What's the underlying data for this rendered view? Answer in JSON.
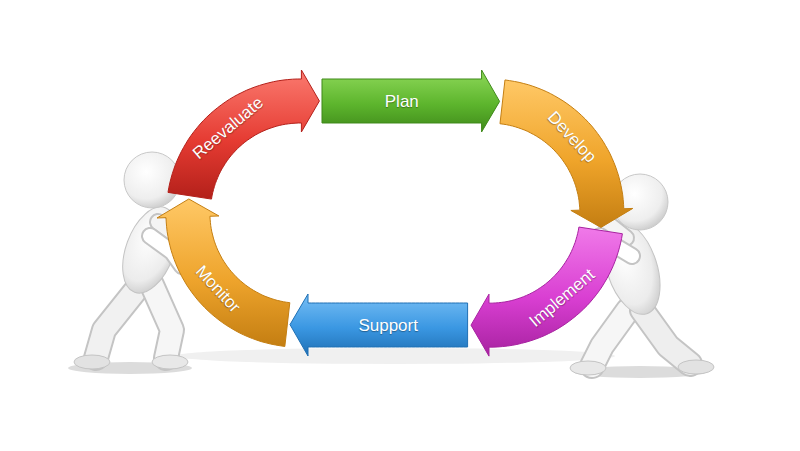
{
  "diagram": {
    "nodes": [
      {
        "text": [
          "Plan"
        ]
      },
      {
        "text": [
          "Develop"
        ]
      },
      {
        "text": [
          "Implement"
        ]
      },
      {
        "text": [
          "Support"
        ]
      },
      {
        "text": [
          "Monitor"
        ]
      },
      {
        "text": [
          "Reevaluate"
        ]
      }
    ]
  }
}
